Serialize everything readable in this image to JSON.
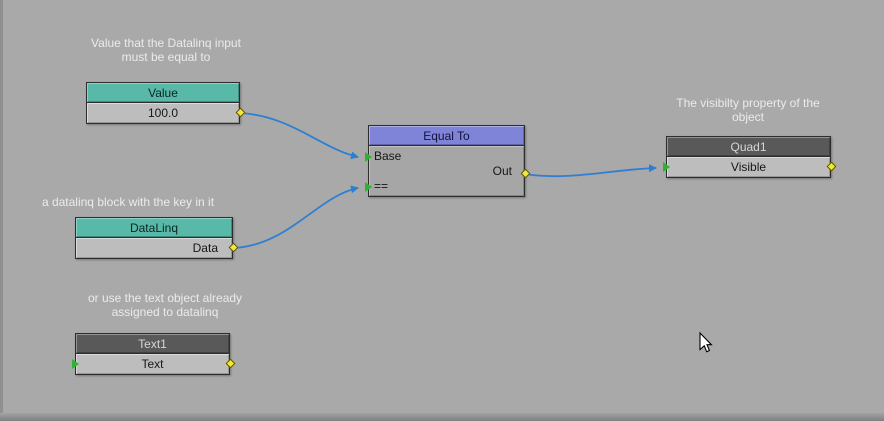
{
  "canvas": {
    "bg_color": "#a9a9a9"
  },
  "colors": {
    "teal_header": "#58b9a9",
    "purple_header": "#8084d8",
    "dark_header": "#595959",
    "row_bg": "#bdbdbd",
    "wire": "#2e7fd2",
    "output_port": "#f2e838",
    "input_port": "#2db32d"
  },
  "annotations": {
    "value": {
      "line1": "Value that the Datalinq input",
      "line2": "must be equal to"
    },
    "datalinq": {
      "line1": "a datalinq block with the key in it"
    },
    "text1": {
      "line1": "or use the text object already",
      "line2": "assigned to datalinq"
    },
    "quad1": {
      "line1": "The visibilty property of the",
      "line2": "object"
    }
  },
  "nodes": {
    "value": {
      "title": "Value",
      "value_row": "100.0"
    },
    "datalinq": {
      "title": "DataLinq",
      "output_row": "Data"
    },
    "text1": {
      "title": "Text1",
      "output_row": "Text"
    },
    "equalto": {
      "title": "Equal To",
      "input_base": "Base",
      "input_operator": "==",
      "output": "Out"
    },
    "quad1": {
      "title": "Quad1",
      "property_row": "Visible"
    }
  }
}
